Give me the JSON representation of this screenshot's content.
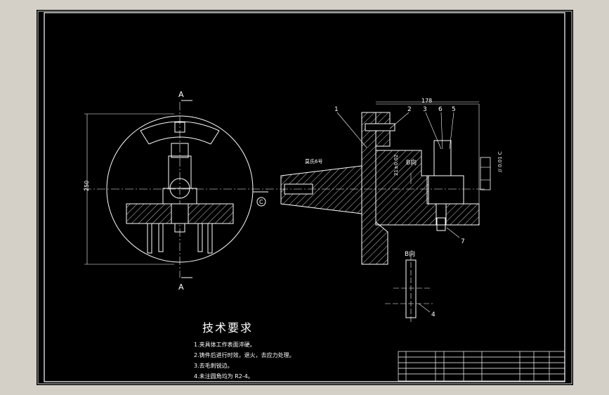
{
  "drawing": {
    "section_label": "A",
    "dimension_height": "250",
    "dimension_width": "178",
    "taper_label": "莫氏6号",
    "tolerance_label": "21±0.02",
    "datum_label": "C",
    "view_label": "B向",
    "geometric_tolerance": "// 0.01 C",
    "part_numbers": [
      "1",
      "2",
      "3",
      "6",
      "5",
      "7",
      "4"
    ]
  },
  "notes": {
    "title": "技术要求",
    "items": [
      "1.夹具体工作表面淬硬。",
      "2.铸件后进行时效，退火，去应力处理。",
      "3.去毛刺锐边。",
      "4.未注圆角均为 R2-4。"
    ]
  },
  "colors": {
    "background": "#000000",
    "lines": "#ffffff",
    "frame_bg": "#d4d0c8"
  }
}
